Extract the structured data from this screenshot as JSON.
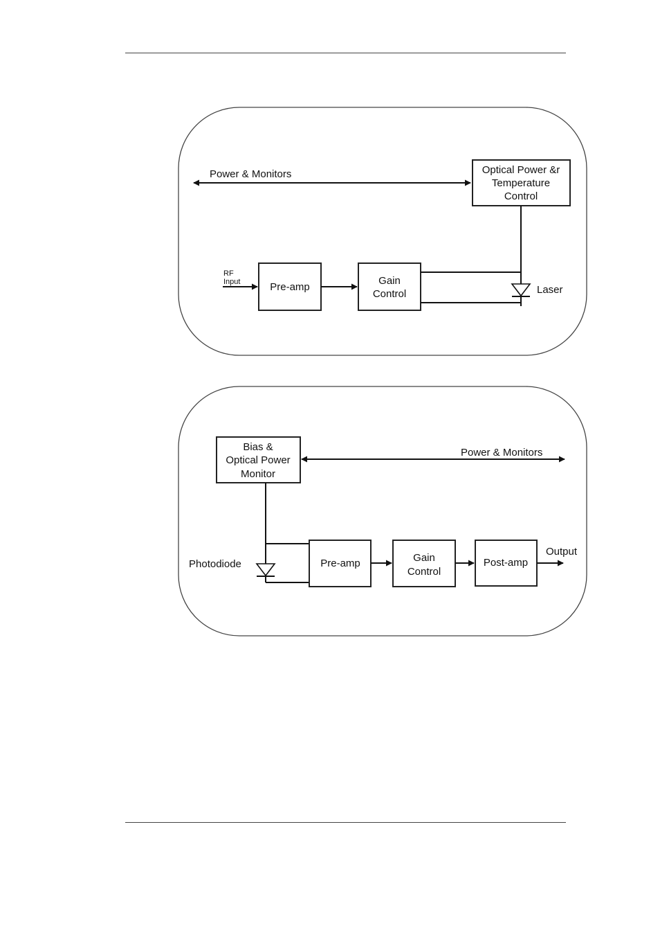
{
  "transmitter": {
    "power_monitors": "Power & Monitors",
    "optical_control": [
      "Optical Power &r",
      "Temperature",
      "Control"
    ],
    "rf_input": [
      "RF",
      "Input"
    ],
    "preamp": "Pre-amp",
    "gain_control": [
      "Gain",
      "Control"
    ],
    "laser": "Laser"
  },
  "receiver": {
    "bias_monitor": [
      "Bias &",
      "Optical Power",
      "Monitor"
    ],
    "power_monitors": "Power & Monitors",
    "photodiode": "Photodiode",
    "preamp": "Pre-amp",
    "gain_control": [
      "Gain",
      "Control"
    ],
    "postamp": "Post-amp",
    "output": "Output"
  }
}
